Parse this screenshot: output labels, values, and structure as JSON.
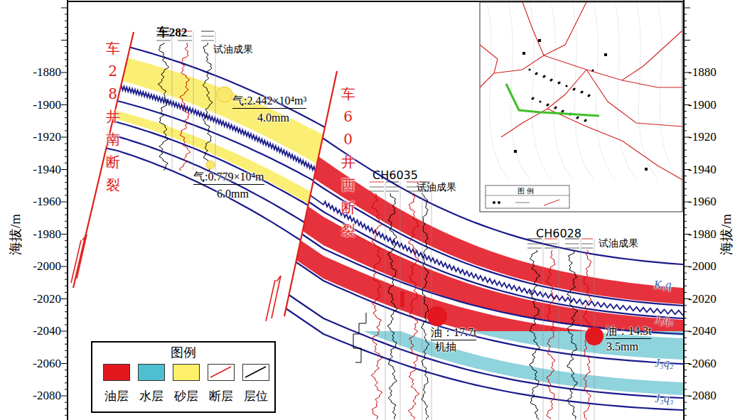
{
  "diagram": {
    "labels": [
      "车282",
      "试油成果",
      "CH6035",
      "试油成果",
      "CH6028",
      "试油成果",
      "车28井南断裂",
      "车60井西断裂",
      "气:2.442×10⁴m³",
      "4.0mm",
      "气:0.779×10⁴m",
      "6.0mm",
      "油：17.7t",
      "机抽",
      "油：14.3t",
      "3.5mm",
      "K₁q",
      "J₃q₁",
      "J₃q₂",
      "J₃q₃",
      "海拔/m",
      "海拔/m",
      "-1880",
      "-1900",
      "-1920",
      "-1940",
      "-1960",
      "-1980",
      "-2000",
      "-2020",
      "-2040",
      "-2060",
      "-2080",
      "-1880",
      "-1900",
      "-1920",
      "-1940",
      "-1960",
      "-1980",
      "-2000",
      "-2020",
      "-2040",
      "-2060",
      "-2080",
      "图例",
      "图 例"
    ],
    "legend": [
      {
        "text": "油层",
        "color": "#e2181e"
      },
      {
        "text": "水层",
        "color": "#4ebfd0"
      },
      {
        "text": "砂层",
        "color": "#fff06a"
      },
      {
        "text": "断层"
      },
      {
        "text": "层位"
      }
    ]
  }
}
